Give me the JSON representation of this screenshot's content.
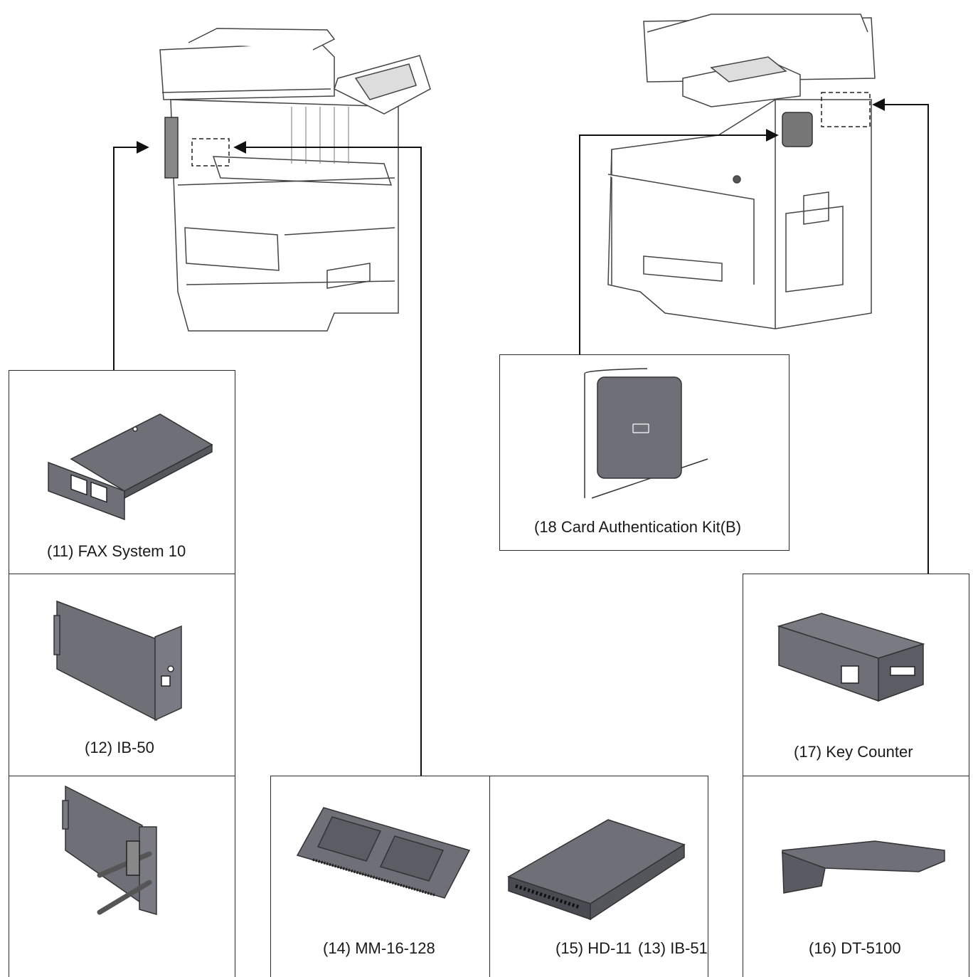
{
  "options": {
    "fax": {
      "label": "(11) FAX System 10"
    },
    "ib50": {
      "label": "(12) IB-50"
    },
    "ib51": {
      "label": "(13) IB-51"
    },
    "memory": {
      "label": "(14) MM-16-128"
    },
    "hdd": {
      "label": "(15) HD-11"
    },
    "tray": {
      "label": "(16) DT-5100"
    },
    "counter": {
      "label": "(17) Key Counter"
    },
    "card": {
      "label": "(18 Card Authentication Kit(B)"
    }
  },
  "colors": {
    "part_fill": "#6f6f78",
    "line": "#1a1a1a",
    "printer_line": "#444444"
  }
}
